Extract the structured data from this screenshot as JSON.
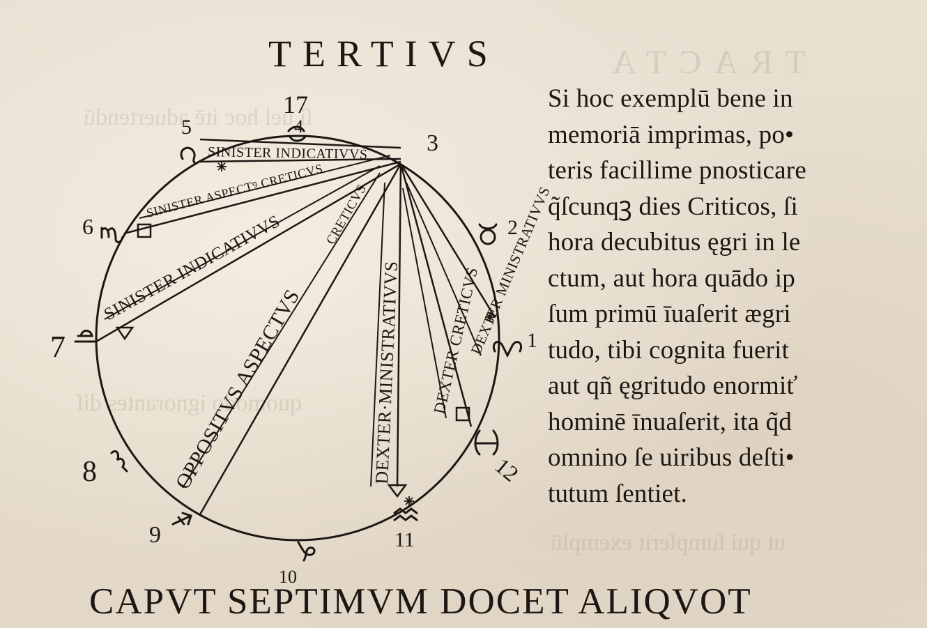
{
  "running_head": "TERTIVS",
  "diagram": {
    "house_numbers": {
      "n17": "17",
      "n5": "5",
      "n3": "3",
      "n6": "6",
      "n7": "7",
      "n8": "8",
      "n9": "9",
      "n10": "10",
      "n11": "11",
      "n12": "12",
      "n1": "1",
      "n2": "2",
      "n4": "4"
    },
    "chord_labels": {
      "sinister_indicatiuus_top": "SINISTER INDICATIVVS",
      "sinister_aspect_creticus": "SINISTER ASPECTꝰ CRETICVS",
      "sinister_indicatiuus": "SINISTER INDICATIVVS",
      "oppositus_aspectus": "OPPOSITVS ASPECTVS",
      "oppositus_creticus": "CRETICVS",
      "dexter_ministratiuus": "DEXTER·MINISTRATIVVS",
      "dexter_creticus": "DEXTER CRETICVS",
      "dexter_ministratiuus_small": "DEXTER MINISTRATIVVS"
    }
  },
  "body_lines": [
    "Si hoc exemplū bene in",
    "memoriā imprimas, po•",
    "teris facillime pnosticare",
    "q̃ſcunqꝫ dies Criticos, ſi",
    "hora decubitus ęgri in le",
    "ctum, aut hora quādo ip",
    "ſum primū īuaſerit ægri",
    "tudo, tibi cognita fuerit",
    "aut qñ ęgritudo enormiť",
    "hominē īnuaſerit, ita q̃d",
    "omnino ſe uiribus deſti•",
    "tutum ſentiet."
  ],
  "chapter_heading": "CAPVT SEPTIMVM DOCET ALIQVOT"
}
